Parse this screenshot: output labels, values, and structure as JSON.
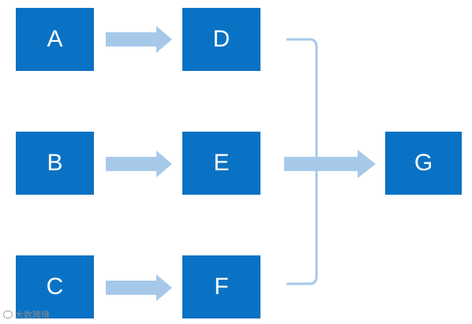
{
  "nodes": {
    "a": "A",
    "b": "B",
    "c": "C",
    "d": "D",
    "e": "E",
    "f": "F",
    "g": "G"
  },
  "edges": [
    {
      "from": "A",
      "to": "D"
    },
    {
      "from": "B",
      "to": "E"
    },
    {
      "from": "C",
      "to": "F"
    },
    {
      "from": "D",
      "to": "G"
    },
    {
      "from": "E",
      "to": "G"
    },
    {
      "from": "F",
      "to": "G"
    }
  ],
  "colors": {
    "node_fill": "#0a72c4",
    "node_text": "#ffffff",
    "arrow": "#a6c9ea",
    "bracket": "#a6c9ea"
  },
  "watermark": {
    "text": "大数跨境",
    "icon": "logo-mark-icon"
  }
}
